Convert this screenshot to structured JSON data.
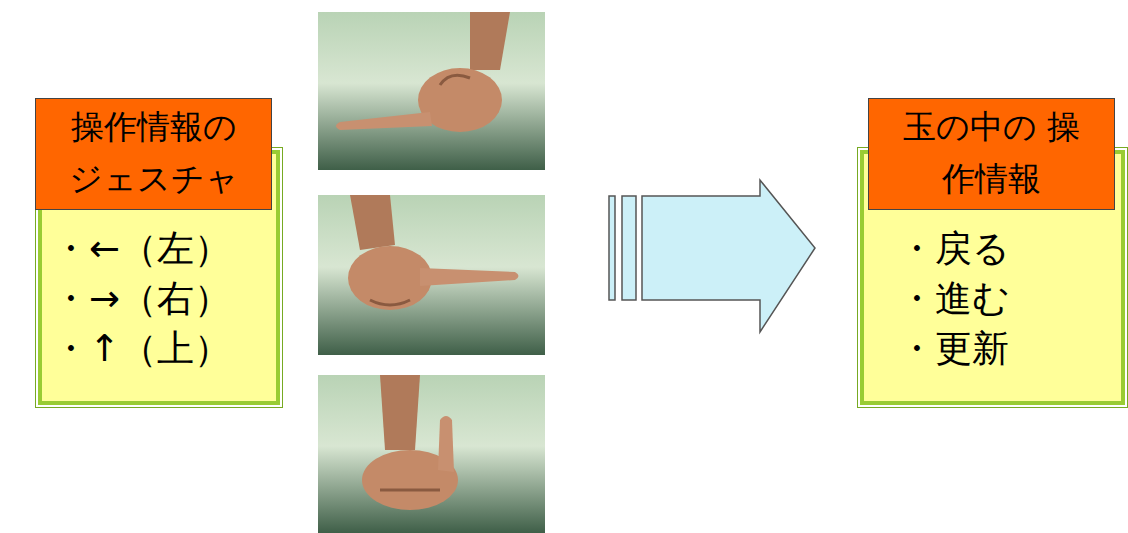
{
  "diagram": {
    "nodes": [
      {
        "text": [
          "操作情報の ジェスチャ",
          "・←（左）",
          "・→（右）",
          "・↑（上）"
        ]
      },
      {
        "text": [
          "玉の中の 操作情報",
          "・戻る",
          "・進む",
          "・更新"
        ]
      }
    ]
  }
}
